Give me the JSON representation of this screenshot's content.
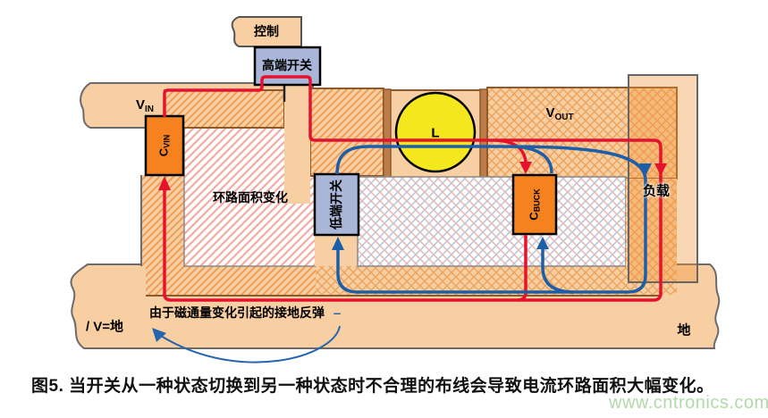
{
  "figure": {
    "caption": "图5. 当开关从一种状态切换到另一种状态时不合理的布线会导致电流环路面积大幅变化。",
    "watermark": "www.cntronics.com",
    "labels": {
      "control": "控制",
      "high_side_switch": "高端开关",
      "low_side_switch": "低端开关",
      "loop_area": "环路面积变化",
      "inductor": "L",
      "load": "负载",
      "ground_bounce": "由于磁通量变化引起的接地反弹",
      "dash": "–",
      "v_equals_ground": "/ V=地",
      "ground": "地",
      "vin": {
        "main": "V",
        "sub": "IN"
      },
      "vout": {
        "main": "V",
        "sub": "OUT"
      },
      "cvin": {
        "main": "C",
        "sub": "VIN"
      },
      "cbuck": {
        "main": "C",
        "sub": "BUCK"
      }
    },
    "colors": {
      "copper_tan": "#f8cfa2",
      "hatch_orange": "#ec9e54",
      "hatch_pink": "#f3aca4",
      "cross_blue": "#b4c3de",
      "cross_red": "#e9b7af",
      "switch_fill": "#a9b6d8",
      "capacitor_orange": "#f5821f",
      "inductor_yellow": "#f5e71d",
      "loop_red": "#e8112d",
      "loop_blue": "#1c5fa8",
      "border_brown": "#8c5a2b",
      "border_gray": "#6b6b6b",
      "pad_brown": "#bd7c4a",
      "watermark_green": "#b2d9aa"
    }
  }
}
